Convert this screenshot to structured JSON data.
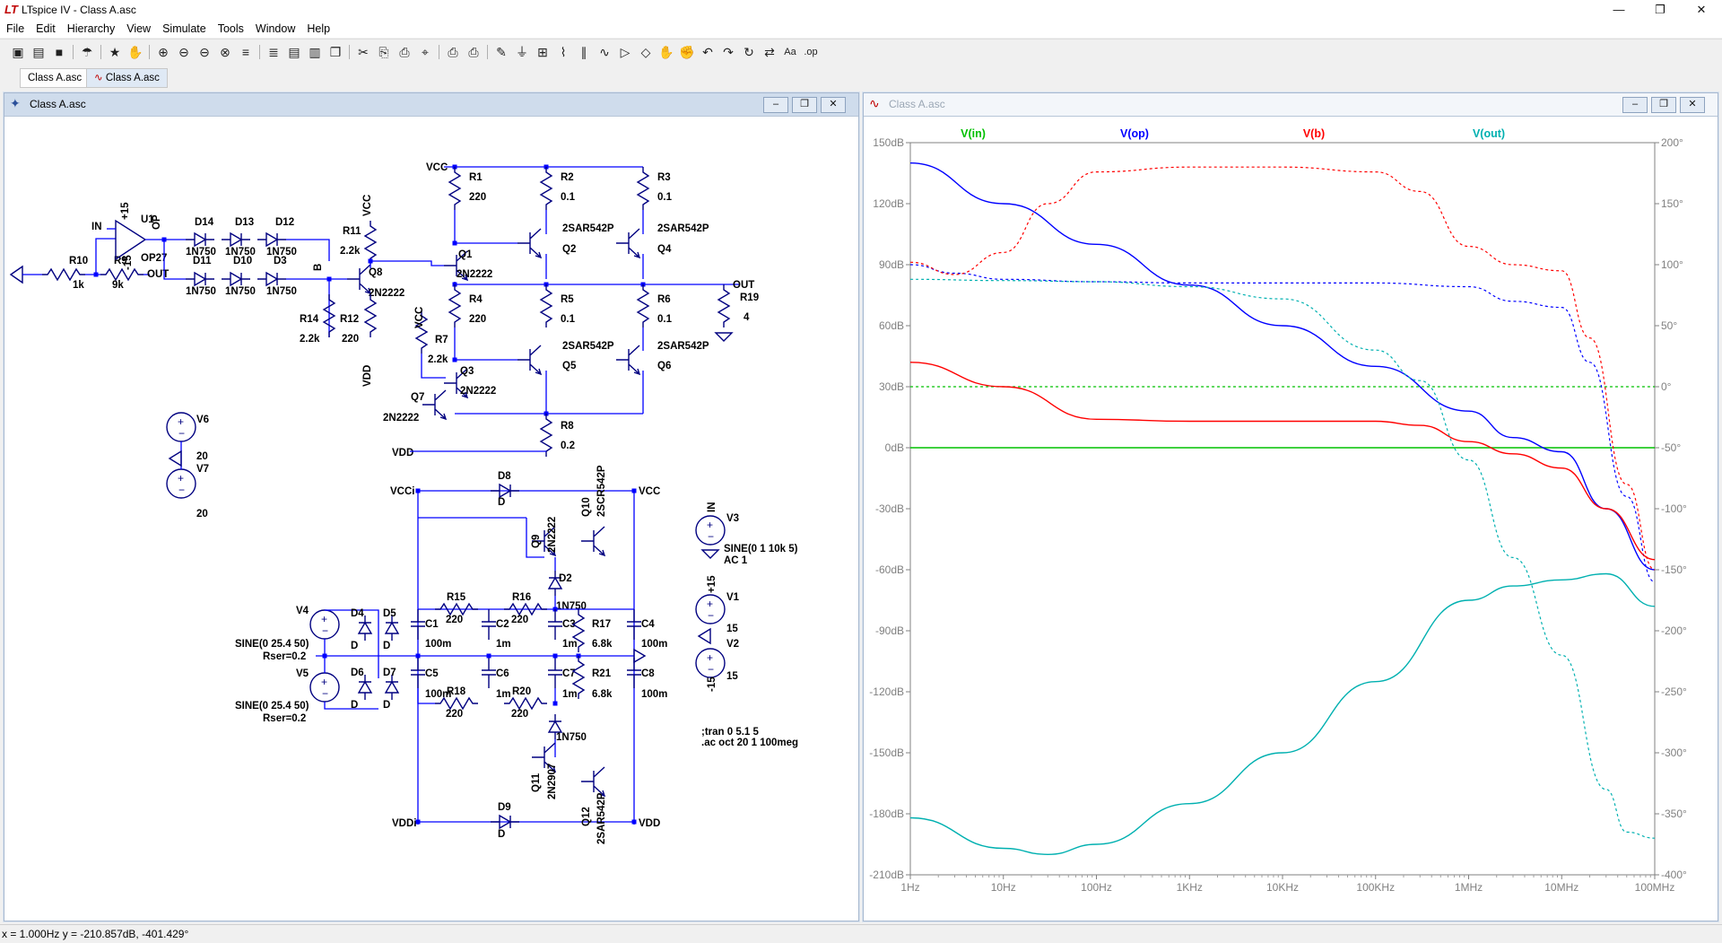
{
  "window": {
    "title": "LTspice IV - Class A.asc",
    "app_icon": "ltspice-logo-icon",
    "minimize": "—",
    "restore": "❐",
    "close": "✕"
  },
  "menu": [
    "File",
    "Edit",
    "Hierarchy",
    "View",
    "Simulate",
    "Tools",
    "Window",
    "Help"
  ],
  "toolbar_icons": [
    "new-schematic-icon",
    "open-icon",
    "save-icon",
    "control-panel-icon",
    "run-icon",
    "halt-icon",
    "zoom-in-icon",
    "zoom-area-icon",
    "zoom-out-icon",
    "zoom-fit-icon",
    "autorange-icon",
    "plot-settings-icon",
    "tile-horizontal-icon",
    "tile-vertical-icon",
    "cascade-icon",
    "cut-icon",
    "copy-icon",
    "paste-icon",
    "find-icon",
    "print-preview-icon",
    "print-icon",
    "draw-wire-icon",
    "ground-icon",
    "label-net-icon",
    "resistor-icon",
    "capacitor-icon",
    "inductor-icon",
    "diode-icon",
    "component-icon",
    "move-icon",
    "drag-icon",
    "undo-icon",
    "redo-icon",
    "rotate-icon",
    "mirror-icon",
    "text-icon",
    "spice-directive-icon"
  ],
  "tabs": [
    {
      "label": "Class A.asc",
      "icon": "schematic-icon"
    },
    {
      "label": "Class A.asc",
      "icon": "waveform-icon"
    }
  ],
  "schematic": {
    "title": "Class A.asc",
    "labels": {
      "IN": "IN",
      "OP": "OP",
      "OUT": "OUT",
      "B": "B",
      "VCC": "VCC",
      "VDD": "VDD",
      "VCCi": "VCCi",
      "VDDi": "VDDi",
      "plus15": "+15",
      "minus15": "-15",
      "U1": "U1",
      "OP27": "OP27",
      "R10": "R10",
      "R10v": "1k",
      "R9": "R9",
      "R9v": "9k",
      "D14": "D14",
      "D13": "D13",
      "D12": "D12",
      "D11": "D11",
      "D10": "D10",
      "D3": "D3",
      "D1N750": "1N750",
      "R11": "R11",
      "R11v": "2.2k",
      "R14": "R14",
      "R14v": "2.2k",
      "R12": "R12",
      "R12v": "220",
      "Q8": "Q8",
      "Q8m": "2N2222",
      "R1": "R1",
      "R1v": "220",
      "R2": "R2",
      "R2v": "0.1",
      "R3": "R3",
      "R3v": "0.1",
      "Q1": "Q1",
      "Q1m": "2N2222",
      "Q2": "Q2",
      "Q4": "Q4",
      "SAR": "2SAR542P",
      "R4": "R4",
      "R4v": "220",
      "R5": "R5",
      "R5v": "0.1",
      "R6": "R6",
      "R6v": "0.1",
      "R19": "R19",
      "R19v": "4",
      "Q5": "Q5",
      "Q6": "Q6",
      "R7": "R7",
      "R7v": "2.2k",
      "Q3": "Q3",
      "Q3m": "2N2222",
      "Q7": "Q7",
      "Q7m": "2N2222",
      "R8": "R8",
      "R8v": "0.2",
      "V6": "V6",
      "V7": "V7",
      "V20": "20",
      "D8": "D8",
      "D9": "D9",
      "D": "D",
      "Q10": "Q10",
      "Q10m": "2SCR542P",
      "Q9": "Q9",
      "Q9m": "2N2222",
      "D2": "D2",
      "V3": "V3",
      "V3spec": "SINE(0 1 10k 5)",
      "V3ac": "AC 1",
      "V1": "V1",
      "V2": "V2",
      "V15": "15",
      "V4": "V4",
      "V5": "V5",
      "V4spec": "SINE(0 25.4 50)",
      "Rser": "Rser=0.2",
      "D4": "D4",
      "D5": "D5",
      "D6": "D6",
      "D7": "D7",
      "R15": "R15",
      "R16": "R16",
      "R17": "R17",
      "R18": "R18",
      "R20": "R20",
      "R21": "R21",
      "v220": "220",
      "v68k": "6.8k",
      "C1": "C1",
      "C2": "C2",
      "C3": "C3",
      "C4": "C4",
      "C5": "C5",
      "C6": "C6",
      "C7": "C7",
      "C8": "C8",
      "v100m": "100m",
      "v1m": "1m",
      "Q11": "Q11",
      "Q11m": "2N2907",
      "Q12": "Q12",
      "Q12m": "2SAR542P",
      "tran": ";tran 0 5.1 5",
      "ac": ".ac oct 20 1 100meg"
    }
  },
  "waveform": {
    "title": "Class A.asc",
    "colors": {
      "Vin": "#00c000",
      "Vop": "#0000ff",
      "Vb": "#ff0000",
      "Vout": "#00b0b0",
      "grid_text": "#808080"
    }
  },
  "chart_data": {
    "type": "line",
    "title": "",
    "xlabel": "",
    "ylabel": "",
    "x_scale": "log",
    "xlim": [
      1,
      100000000
    ],
    "ylim_db": [
      -210,
      150
    ],
    "ylim_phase_deg": [
      -400,
      200
    ],
    "x_tick_labels": [
      "1Hz",
      "10Hz",
      "100Hz",
      "1KHz",
      "10KHz",
      "100KHz",
      "1MHz",
      "10MHz",
      "100MHz"
    ],
    "y_tick_labels_left": [
      "150dB",
      "120dB",
      "90dB",
      "60dB",
      "30dB",
      "0dB",
      "-30dB",
      "-60dB",
      "-90dB",
      "-120dB",
      "-150dB",
      "-180dB",
      "-210dB"
    ],
    "y_tick_labels_right": [
      "200°",
      "150°",
      "100°",
      "50°",
      "0°",
      "-50°",
      "-100°",
      "-150°",
      "-200°",
      "-250°",
      "-300°",
      "-350°",
      "-400°"
    ],
    "legend_placement": "top",
    "series": [
      {
        "name": "V(in)",
        "color": "#00c000",
        "magnitude_db": {
          "x": [
            1,
            100000000
          ],
          "y": [
            0,
            0
          ]
        },
        "phase_deg": {
          "x": [
            1,
            100000000
          ],
          "y": [
            0,
            0
          ]
        }
      },
      {
        "name": "V(op)",
        "color": "#0000ff",
        "magnitude_db": {
          "x": [
            1,
            10,
            100,
            1000,
            10000,
            100000,
            1000000,
            3000000,
            10000000,
            30000000,
            100000000
          ],
          "y": [
            140,
            120,
            100,
            80,
            60,
            40,
            18,
            5,
            -2,
            -30,
            -60
          ]
        },
        "phase_deg": {
          "x": [
            1,
            3,
            10,
            100,
            1000,
            10000,
            100000,
            1000000,
            3000000,
            10000000,
            20000000,
            50000000,
            100000000
          ],
          "y": [
            100,
            93,
            88,
            86,
            85,
            85,
            85,
            82,
            70,
            65,
            20,
            -90,
            -160
          ]
        }
      },
      {
        "name": "V(b)",
        "color": "#ff0000",
        "magnitude_db": {
          "x": [
            1,
            10,
            100,
            1000,
            10000,
            100000,
            300000,
            1000000,
            3000000,
            10000000,
            30000000,
            100000000
          ],
          "y": [
            42,
            30,
            14,
            13,
            13,
            13,
            11,
            3,
            -3,
            -10,
            -30,
            -55
          ]
        },
        "phase_deg": {
          "x": [
            1,
            3,
            10,
            30,
            100,
            1000,
            10000,
            100000,
            300000,
            1000000,
            3000000,
            10000000,
            20000000,
            50000000,
            100000000
          ],
          "y": [
            102,
            92,
            110,
            150,
            176,
            180,
            180,
            176,
            160,
            115,
            100,
            95,
            40,
            -80,
            -150
          ]
        }
      },
      {
        "name": "V(out)",
        "color": "#00b0b0",
        "magnitude_db": {
          "x": [
            1,
            10,
            30,
            100,
            1000,
            10000,
            100000,
            1000000,
            3000000,
            10000000,
            30000000,
            100000000
          ],
          "y": [
            -182,
            -197,
            -200,
            -195,
            -175,
            -150,
            -115,
            -75,
            -68,
            -65,
            -62,
            -78
          ]
        },
        "phase_deg": {
          "x": [
            1,
            10,
            100,
            1000,
            10000,
            100000,
            300000,
            1000000,
            3000000,
            10000000,
            30000000,
            50000000,
            100000000
          ],
          "y": [
            88,
            87,
            86,
            82,
            72,
            30,
            5,
            -60,
            -140,
            -220,
            -330,
            -365,
            -370
          ]
        }
      }
    ]
  },
  "status": {
    "text": "x = 1.000Hz    y = -210.857dB, -401.429°"
  }
}
